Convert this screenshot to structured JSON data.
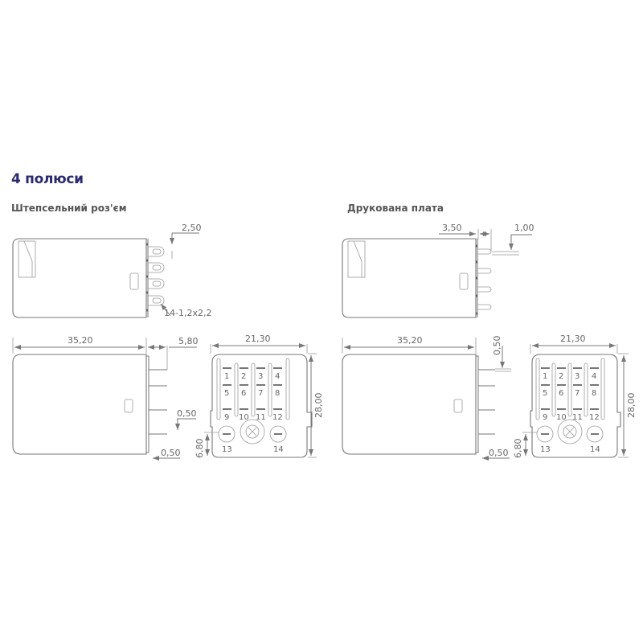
{
  "title": "4 полюси",
  "sections": [
    {
      "name": "Штепсельний роз'єм",
      "dims": {
        "pin_pitch": "2,50",
        "pin_spec": "14-1,2x2,2",
        "length": "35,20",
        "pin_length": "5,80",
        "pin_thickness": "0,50",
        "base_offset": "0,50",
        "front_width": "21,30",
        "front_height": "28,00",
        "bottom_offset": "6,80"
      }
    },
    {
      "name": "Друкована плата",
      "dims": {
        "base_to_pin": "3,50",
        "pin_width": "1,00",
        "length": "35,20",
        "pin_thickness": "0,50",
        "base_offset": "0,50",
        "front_width": "21,30",
        "front_height": "28,00",
        "bottom_offset": "6,80"
      }
    }
  ],
  "terminals": [
    "1",
    "2",
    "3",
    "4",
    "5",
    "6",
    "7",
    "8",
    "9",
    "10",
    "11",
    "12",
    "13",
    "14"
  ],
  "colors": {
    "title": "#2a2a6e",
    "line": "#777777",
    "text": "#666666"
  }
}
